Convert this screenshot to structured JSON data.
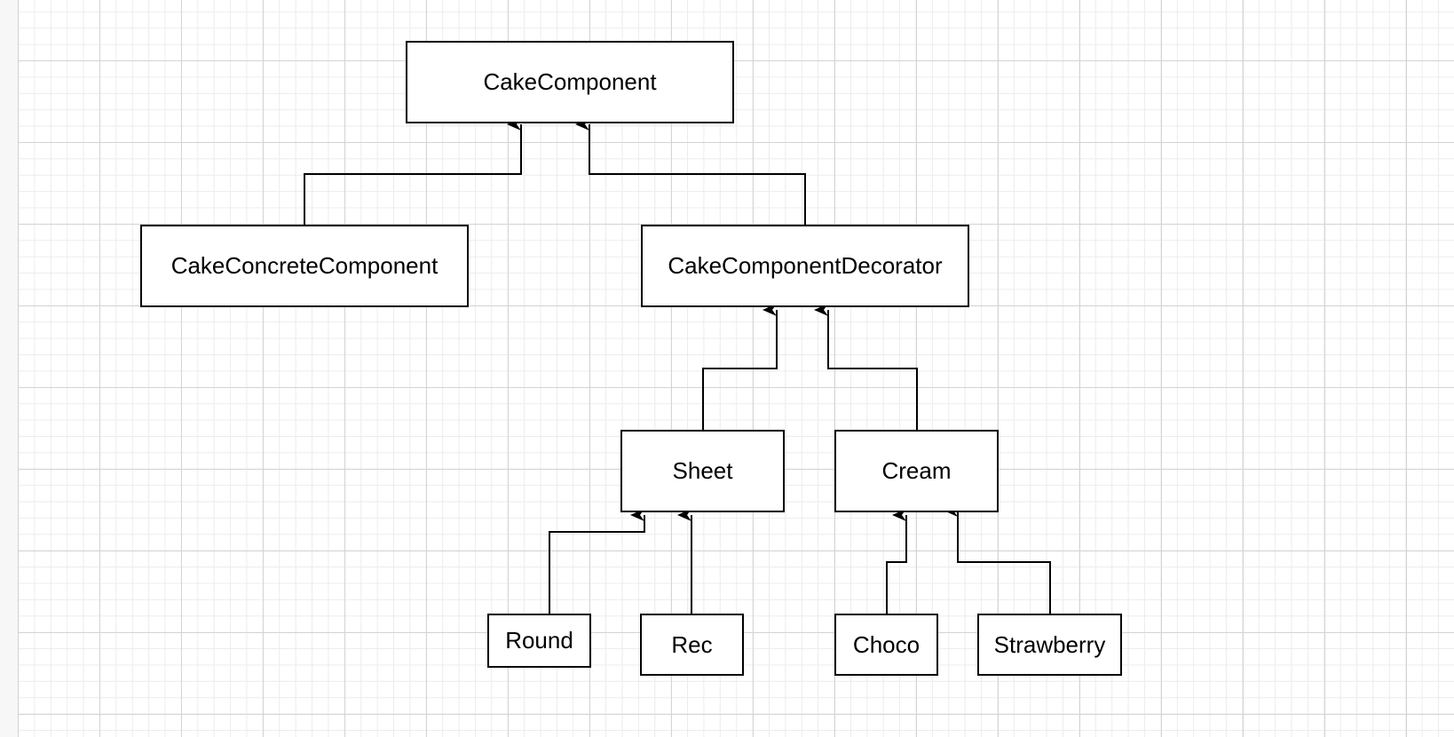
{
  "colors": {
    "line": "#000000",
    "box_border": "#000000",
    "box_fill": "#ffffff",
    "grid_major": "#d4d4d4",
    "grid_minor": "#ececec"
  },
  "nodes": {
    "cake_component": "CakeComponent",
    "cake_concrete_component": "CakeConcreteComponent",
    "cake_component_decorator": "CakeComponentDecorator",
    "sheet": "Sheet",
    "cream": "Cream",
    "round": "Round",
    "rec": "Rec",
    "choco": "Choco",
    "strawberry": "Strawberry"
  },
  "relations": [
    {
      "from": "CakeConcreteComponent",
      "to": "CakeComponent",
      "type": "inheritance"
    },
    {
      "from": "CakeComponentDecorator",
      "to": "CakeComponent",
      "type": "inheritance"
    },
    {
      "from": "Sheet",
      "to": "CakeComponentDecorator",
      "type": "inheritance"
    },
    {
      "from": "Cream",
      "to": "CakeComponentDecorator",
      "type": "inheritance"
    },
    {
      "from": "Round",
      "to": "Sheet",
      "type": "inheritance"
    },
    {
      "from": "Rec",
      "to": "Sheet",
      "type": "inheritance"
    },
    {
      "from": "Choco",
      "to": "Cream",
      "type": "inheritance"
    },
    {
      "from": "Strawberry",
      "to": "Cream",
      "type": "inheritance"
    }
  ]
}
